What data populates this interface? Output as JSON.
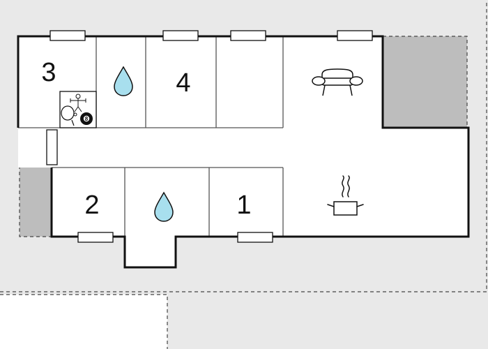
{
  "colors": {
    "background": "#e9e9e9",
    "white": "#ffffff",
    "wall": "#111111",
    "partition": "#555555",
    "terrace": "#bdbdbd",
    "water": "#a8dfee",
    "dash": "#444444"
  },
  "rooms": [
    {
      "label": "3",
      "kind": "bedroom"
    },
    {
      "label": "4",
      "kind": "bedroom"
    },
    {
      "label": "2",
      "kind": "bedroom"
    },
    {
      "label": "1",
      "kind": "bedroom"
    }
  ],
  "icons": {
    "bathroom_top": "water-drop-icon",
    "bathroom_bottom": "water-drop-icon",
    "living": "sofa-icon",
    "kitchen": "cooking-pot-icon",
    "games": "table-tennis-football-billiards-icon"
  },
  "billiard_ball": "8"
}
